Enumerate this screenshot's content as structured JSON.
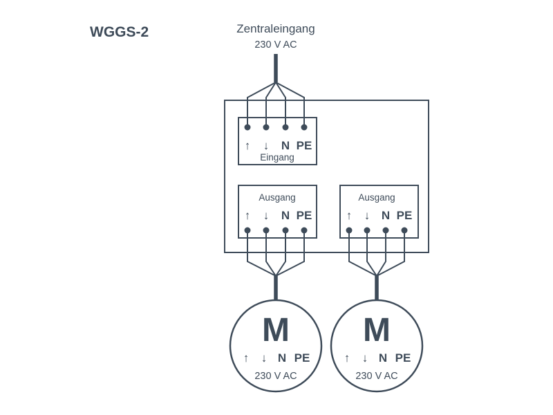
{
  "colors": {
    "line": "#3e4b59",
    "background": "#ffffff"
  },
  "title": "WGGS-2",
  "central_input": {
    "label": "Zentraleingang",
    "voltage": "230 V AC"
  },
  "input_block": {
    "label": "Eingang",
    "terminals": [
      "↑",
      "↓",
      "N",
      "PE"
    ]
  },
  "output_left": {
    "label": "Ausgang",
    "terminals": [
      "↑",
      "↓",
      "N",
      "PE"
    ]
  },
  "output_right": {
    "label": "Ausgang",
    "terminals": [
      "↑",
      "↓",
      "N",
      "PE"
    ]
  },
  "motor_left": {
    "symbol": "M",
    "terminals": [
      "↑",
      "↓",
      "N",
      "PE"
    ],
    "voltage": "230 V AC"
  },
  "motor_right": {
    "symbol": "M",
    "terminals": [
      "↑",
      "↓",
      "N",
      "PE"
    ],
    "voltage": "230 V AC"
  }
}
